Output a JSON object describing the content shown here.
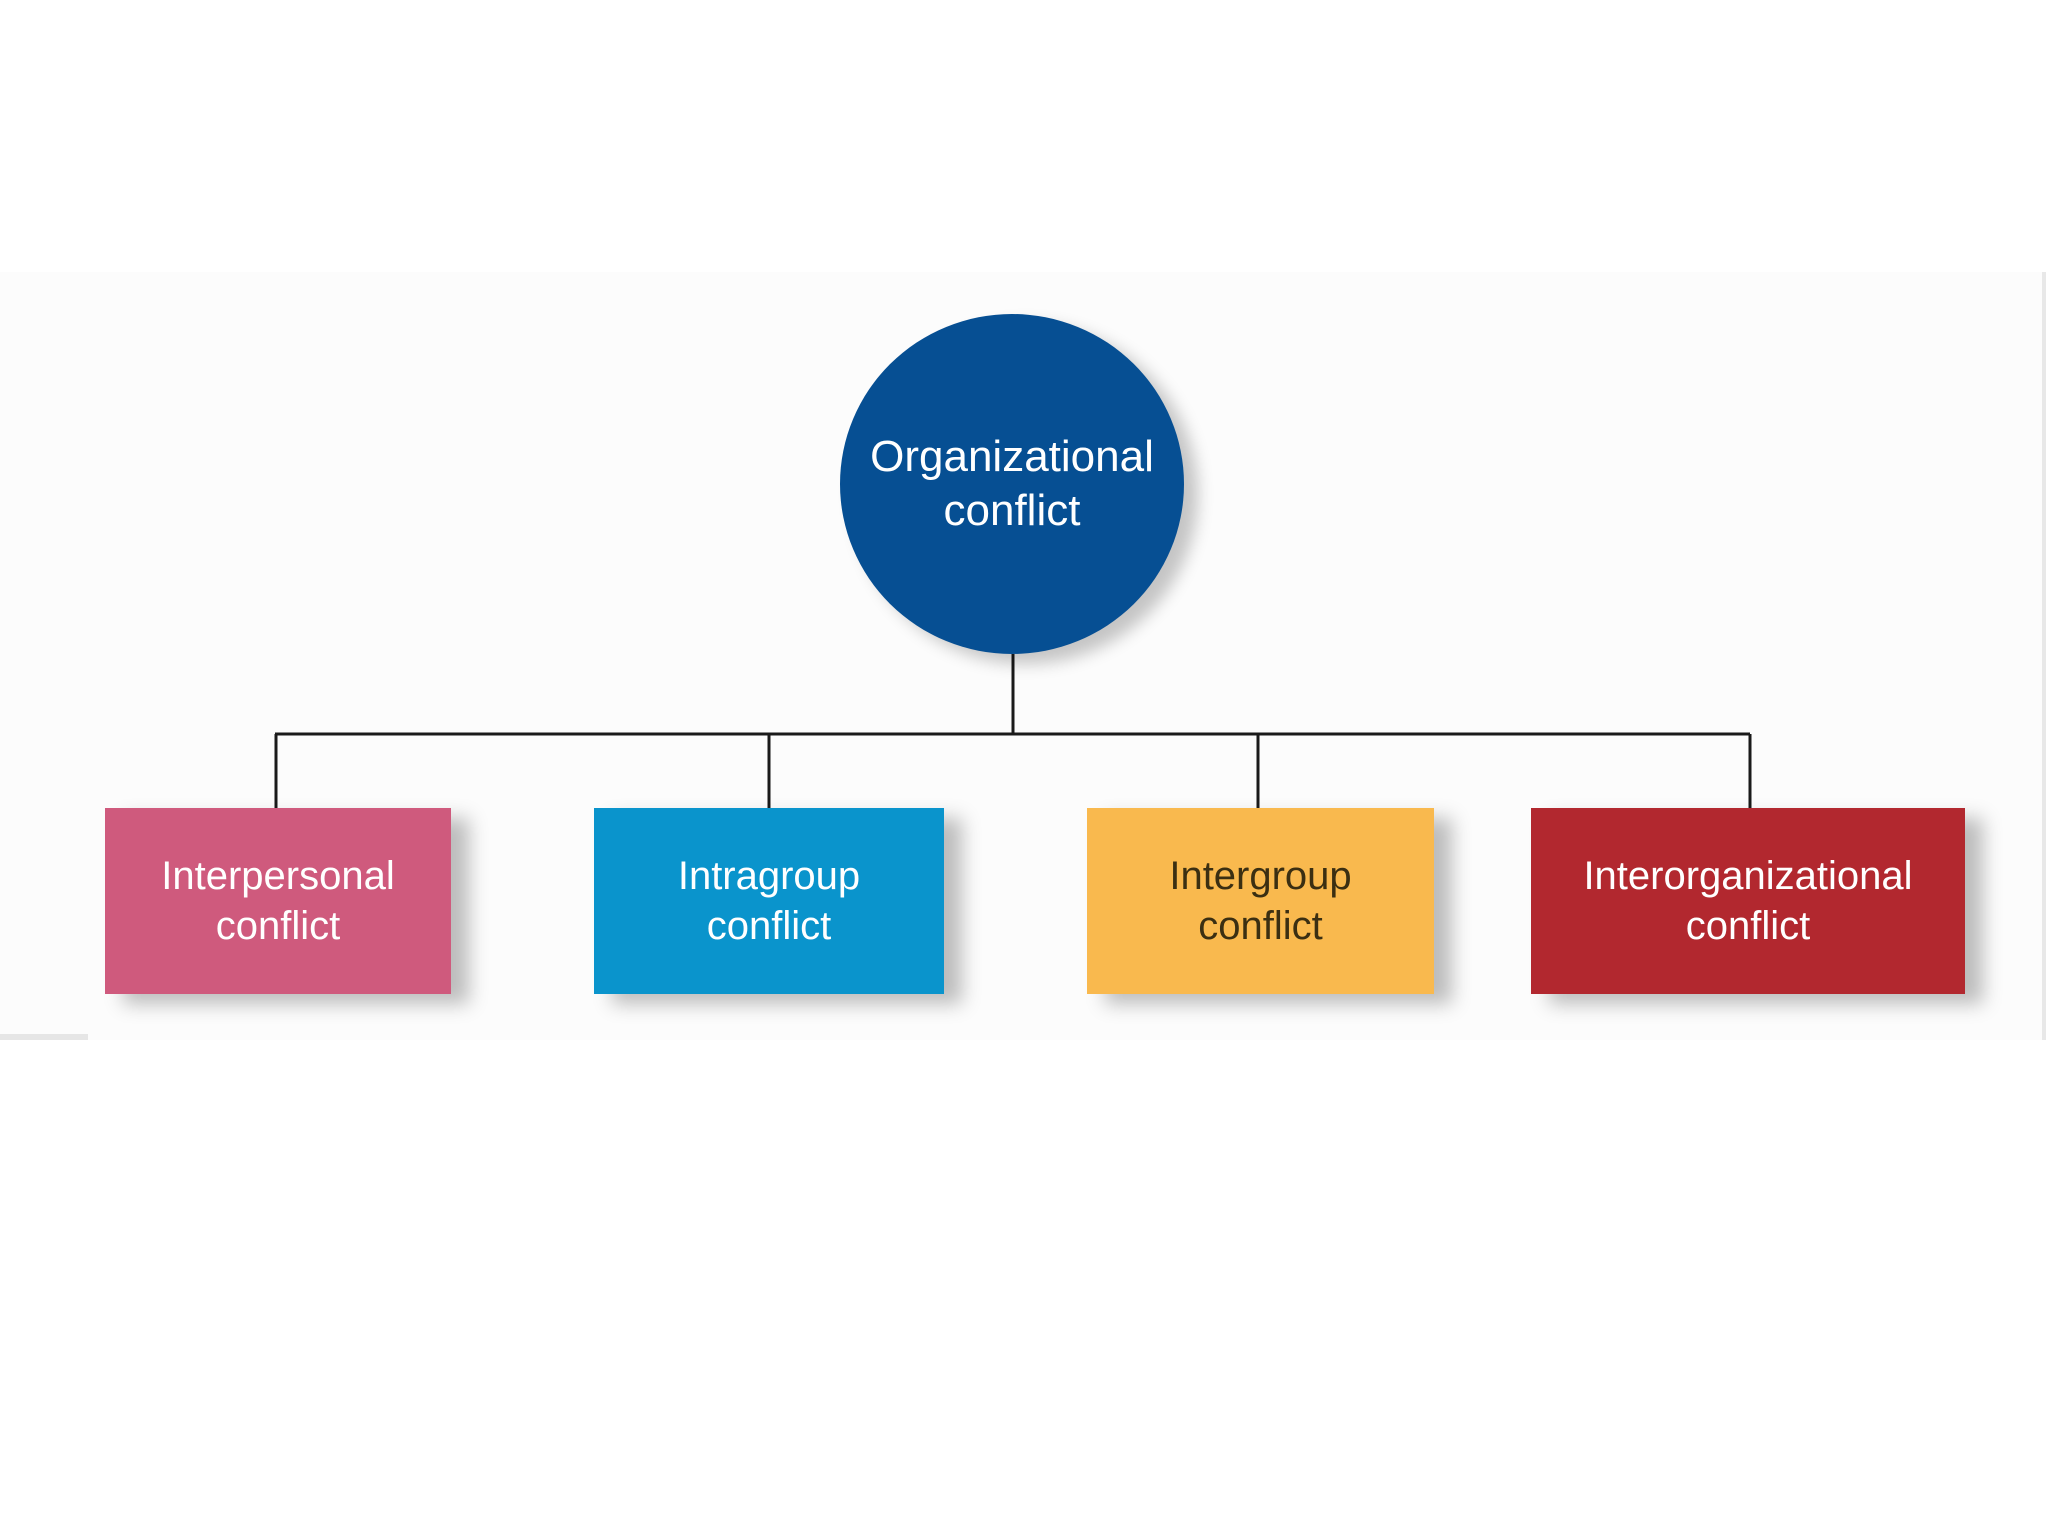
{
  "diagram": {
    "root": {
      "line1": "Organizational",
      "line2": "conflict",
      "color": "#064f93"
    },
    "children": [
      {
        "line1": "Interpersonal",
        "line2": "conflict",
        "color": "#cf5a7d"
      },
      {
        "line1": "Intragroup",
        "line2": "conflict",
        "color": "#0a94cc"
      },
      {
        "line1": "Intergroup",
        "line2": "conflict",
        "color": "#f9b94e"
      },
      {
        "line1": "Interorganizational",
        "line2": "conflict",
        "color": "#b2282f"
      }
    ]
  }
}
